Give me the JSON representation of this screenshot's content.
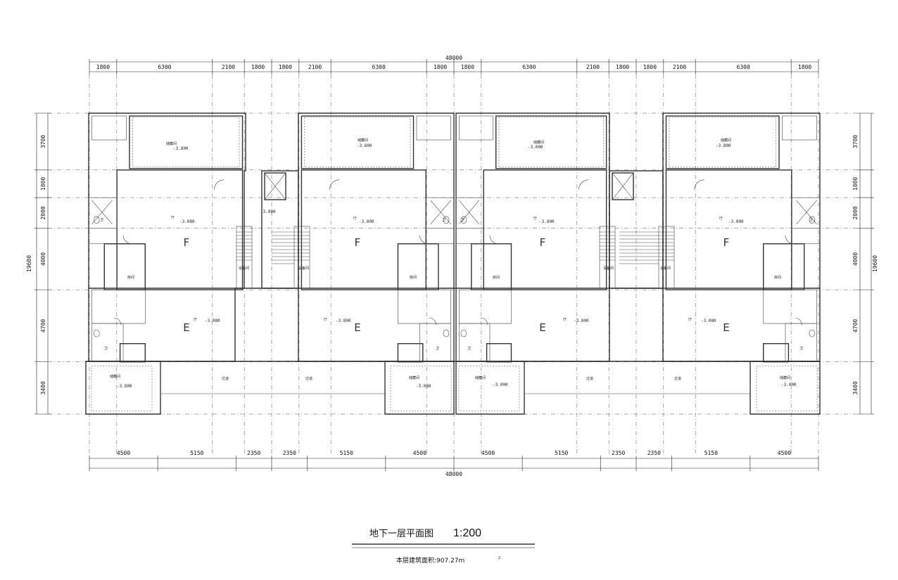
{
  "drawing": {
    "title": "地下一层平面图",
    "scale": "1:200",
    "area_note": "本层建筑面积:907.27m",
    "area_note_suffix": "2"
  },
  "dimensions": {
    "overall_top": "48000",
    "overall_bottom": "48000",
    "overall_depth": "19600",
    "top": [
      "1800",
      "6300",
      "2100",
      "1800",
      "1800",
      "2100",
      "6300",
      "1800",
      "1800",
      "6300",
      "2100",
      "1800",
      "1800",
      "2100",
      "6300",
      "1800"
    ],
    "bottom": [
      "4500",
      "5150",
      "2350",
      "2350",
      "5150",
      "4500",
      "4500",
      "5150",
      "2350",
      "2350",
      "5150",
      "4500"
    ],
    "side": [
      "3700",
      "1800",
      "2000",
      "4000",
      "4700",
      "3400"
    ]
  },
  "zones": {
    "f": "F",
    "e": "E"
  },
  "rooms": {
    "storage": "储藏间",
    "equipment": "设备间",
    "room": "房间",
    "bath": "卫",
    "hall": "厅",
    "corridor": "过道"
  },
  "elevations": {
    "a": "-3.080",
    "b": "-3.000",
    "c": "-3.800",
    "d": "-3.000"
  }
}
